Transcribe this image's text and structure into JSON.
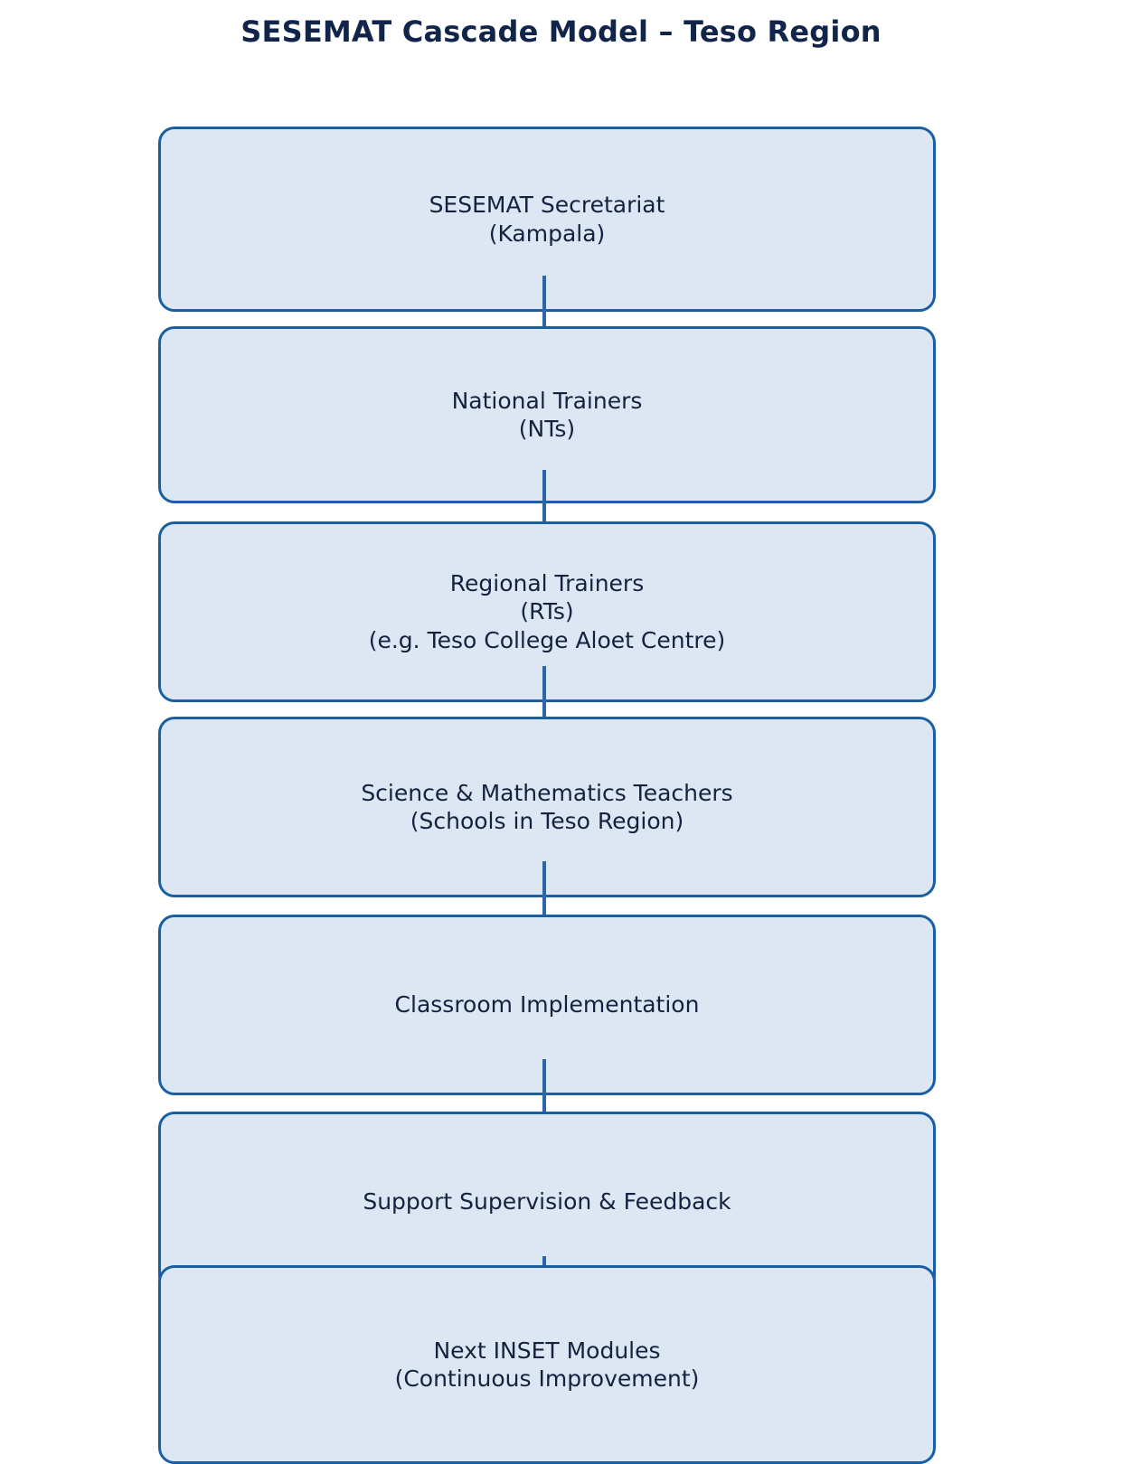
{
  "title": "SESEMAT Cascade Model – Teso Region",
  "colors": {
    "title_text": "#11254a",
    "node_fill": "#dce7f3",
    "node_border": "#1a5fa4",
    "node_text": "#13233f",
    "arrow": "#2a66a8",
    "background": "#ffffff"
  },
  "chart_data": {
    "type": "diagram",
    "title": "SESEMAT Cascade Model – Teso Region",
    "orientation": "top-to-bottom",
    "node_count": 7,
    "connector_count": 6
  },
  "flow": {
    "nodes": [
      {
        "id": "sesemat-secretariat",
        "label": "SESEMAT Secretariat\n(Kampala)",
        "line1": "SESEMAT Secretariat",
        "line2": "(Kampala)"
      },
      {
        "id": "national-trainers",
        "label": "National Trainers\n(NTs)",
        "line1": "National Trainers",
        "line2": "(NTs)"
      },
      {
        "id": "regional-trainers",
        "label": "Regional Trainers\n(RTs)\n(e.g. Teso College Aloet Centre)",
        "line1": "Regional Trainers",
        "line2": "(RTs)",
        "line3": "(e.g. Teso College Aloet Centre)"
      },
      {
        "id": "science-mathematics-teachers",
        "label": "Science & Mathematics Teachers\n(Schools in Teso Region)",
        "line1": "Science & Mathematics Teachers",
        "line2": "(Schools in Teso Region)"
      },
      {
        "id": "classroom-implementation",
        "label": "Classroom Implementation",
        "line1": "Classroom Implementation"
      },
      {
        "id": "support-supervision-feedback",
        "label": "Support Supervision & Feedback",
        "line1": "Support Supervision & Feedback"
      },
      {
        "id": "next-inset-modules",
        "label": "Next INSET Modules\n(Continuous Improvement)",
        "line1": "Next INSET Modules",
        "line2": "(Continuous Improvement)"
      }
    ],
    "connectors": [
      {
        "id": "arrow-1",
        "from": "sesemat-secretariat",
        "to": "national-trainers"
      },
      {
        "id": "arrow-2",
        "from": "national-trainers",
        "to": "regional-trainers"
      },
      {
        "id": "arrow-3",
        "from": "regional-trainers",
        "to": "science-mathematics-teachers"
      },
      {
        "id": "arrow-4",
        "from": "science-mathematics-teachers",
        "to": "classroom-implementation"
      },
      {
        "id": "arrow-5",
        "from": "classroom-implementation",
        "to": "support-supervision-feedback"
      },
      {
        "id": "arrow-6",
        "from": "support-supervision-feedback",
        "to": "next-inset-modules"
      }
    ]
  }
}
